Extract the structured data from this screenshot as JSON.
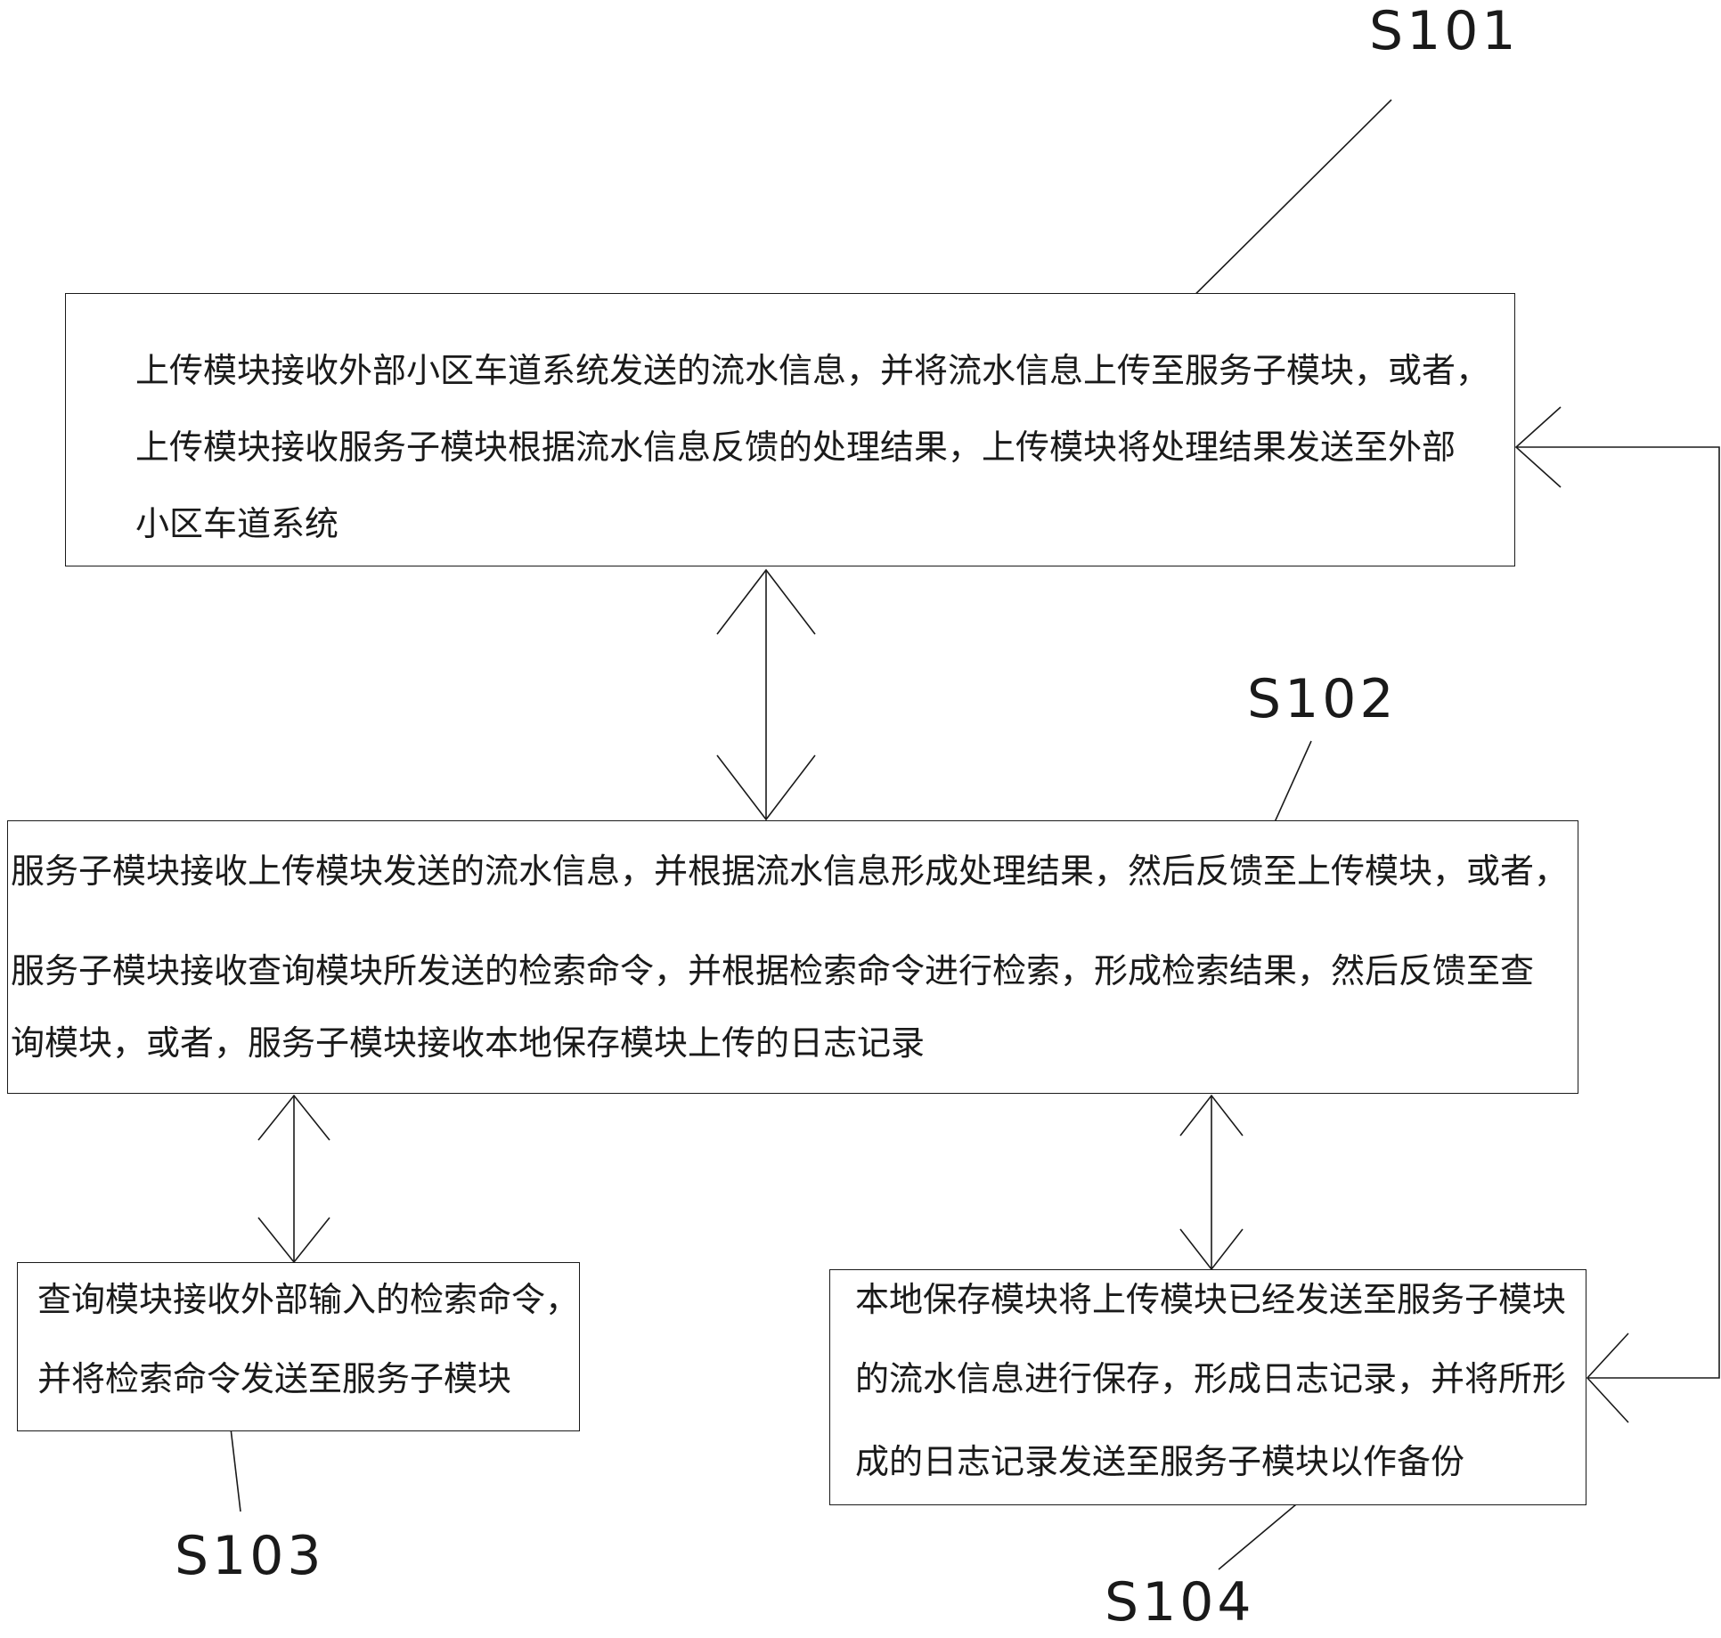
{
  "steps": [
    {
      "id": "S101",
      "label": "S101",
      "lines": [
        "上传模块接收外部小区车道系统发送的流水信息，并将流水信息上传至服务子模块，或者，",
        "上传模块接收服务子模块根据流水信息反馈的处理结果，上传模块将处理结果发送至外部",
        "小区车道系统"
      ]
    },
    {
      "id": "S102",
      "label": "S102",
      "lines": [
        "服务子模块接收上传模块发送的流水信息，并根据流水信息形成处理结果，然后反馈至上传模块，或者，",
        "服务子模块接收查询模块所发送的检索命令，并根据检索命令进行检索，形成检索结果，然后反馈至查",
        "询模块，或者，服务子模块接收本地保存模块上传的日志记录"
      ]
    },
    {
      "id": "S103",
      "label": "S103",
      "lines": [
        "查询模块接收外部输入的检索命令，",
        "并将检索命令发送至服务子模块"
      ]
    },
    {
      "id": "S104",
      "label": "S104",
      "lines": [
        "本地保存模块将上传模块已经发送至服务子模块",
        "的流水信息进行保存，形成日志记录，并将所形",
        "成的日志记录发送至服务子模块以作备份"
      ]
    }
  ],
  "colors": {
    "line": "#1a1a1a",
    "background": "#ffffff"
  }
}
